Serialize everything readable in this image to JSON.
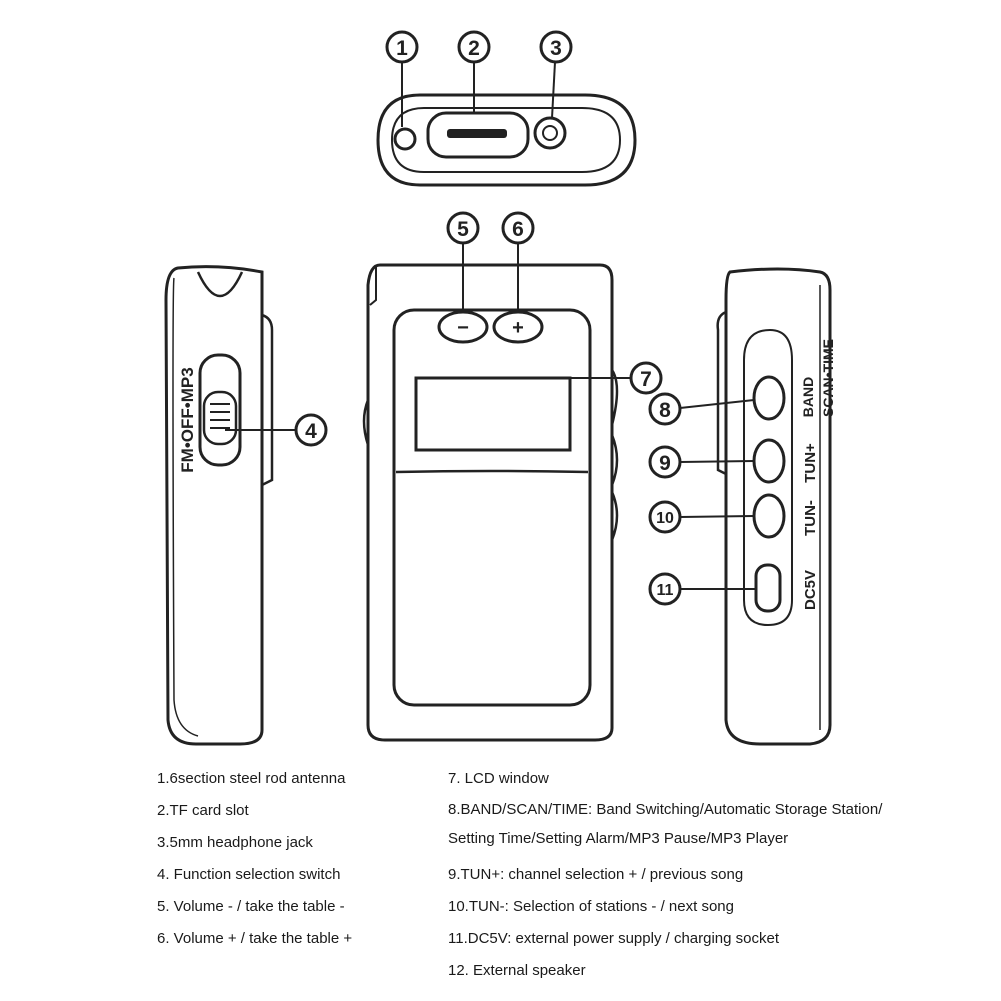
{
  "callouts": {
    "c1": "1",
    "c2": "2",
    "c3": "3",
    "c4": "4",
    "c5": "5",
    "c6": "6",
    "c7": "7",
    "c8": "8",
    "c9": "9",
    "c10": "10",
    "c11": "11"
  },
  "device": {
    "vol_minus": "−",
    "vol_plus": "+",
    "switch_label": "FM•OFF•MP3",
    "band_label": "BAND",
    "scan_time_label": "SCAN•TIME",
    "tun_plus_label": "TUN+",
    "tun_minus_label": "TUN-",
    "dc5v_label": "DC5V"
  },
  "legend": {
    "left": [
      "1.6section steel rod antenna",
      "2.TF card slot",
      "3.5mm headphone jack",
      "4. Function selection switch",
      "5. Volume - / take the table -",
      "6. Volume + / take the table +"
    ],
    "right": [
      "7. LCD window",
      "8.BAND/SCAN/TIME: Band Switching/Automatic Storage Station/",
      "Setting Time/Setting Alarm/MP3 Pause/MP3 Player",
      "9.TUN+: channel selection + / previous song",
      "10.TUN-: Selection of stations - / next song",
      "11.DC5V: external power supply / charging socket",
      "12. External speaker"
    ]
  }
}
